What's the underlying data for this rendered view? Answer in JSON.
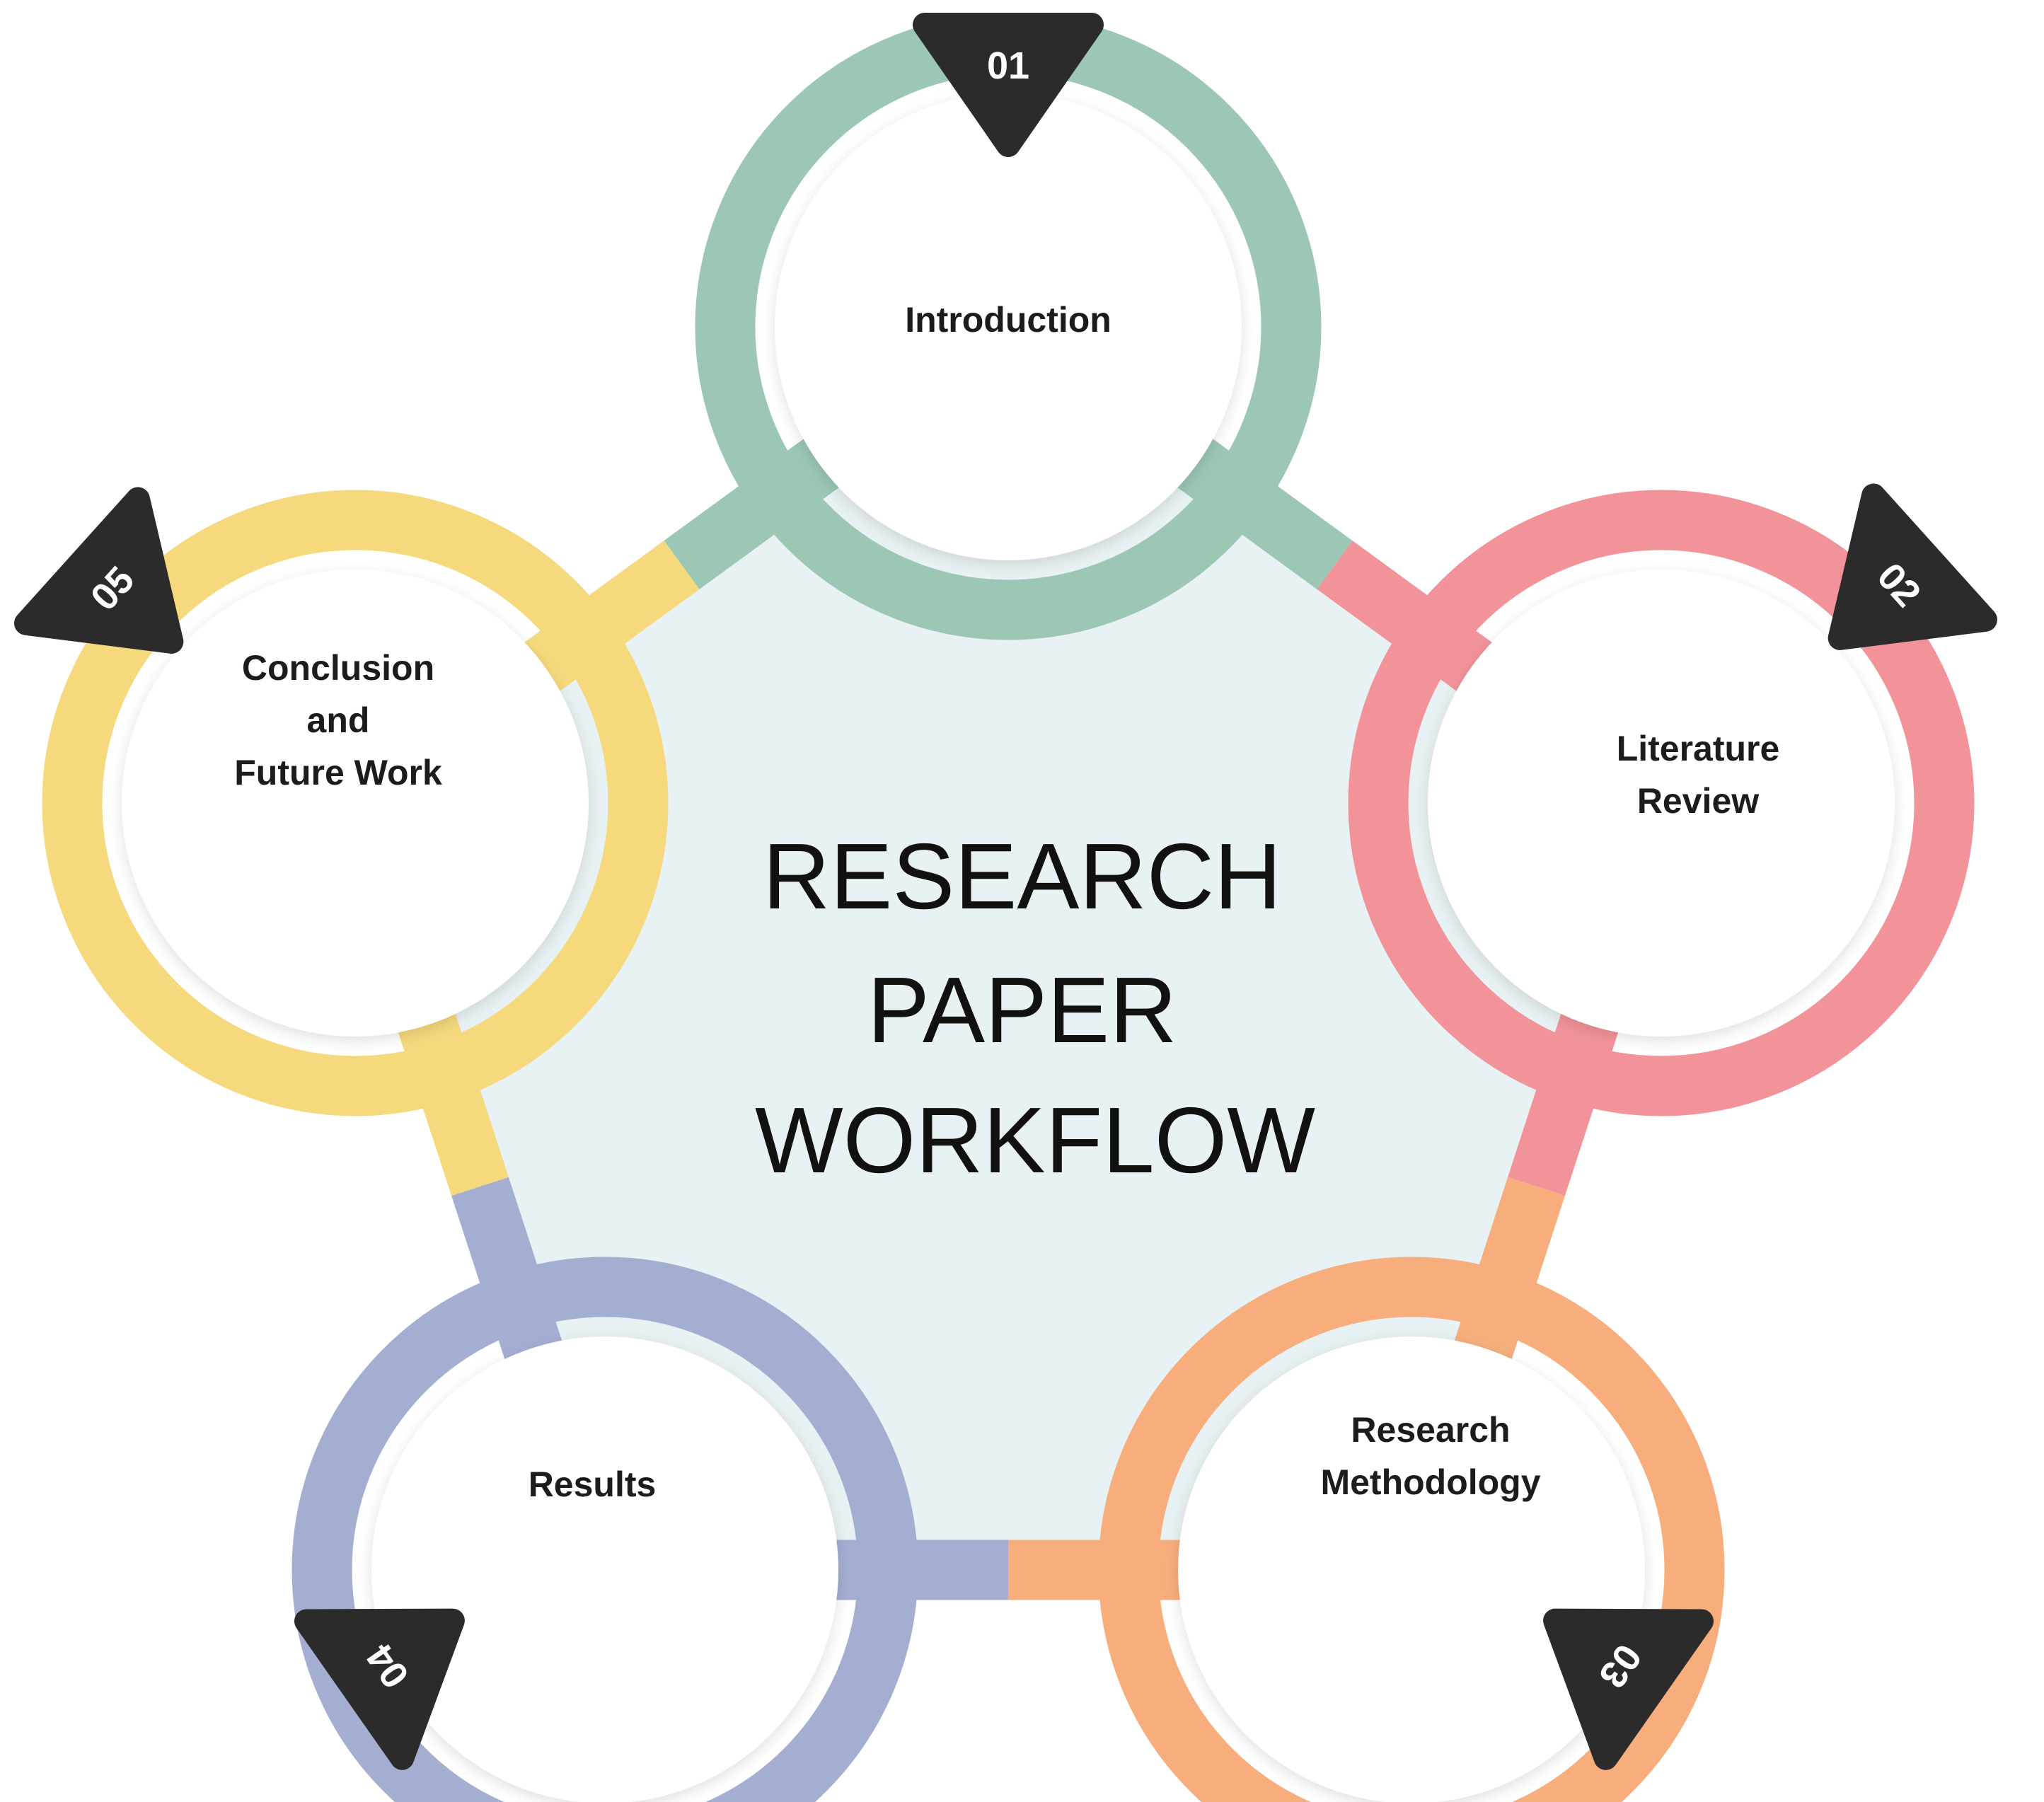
{
  "title_lines": [
    "RESEARCH",
    "PAPER",
    "WORKFLOW"
  ],
  "steps": [
    {
      "number": "01",
      "label_lines": [
        "Introduction"
      ],
      "color": "#9bc7b4"
    },
    {
      "number": "02",
      "label_lines": [
        "Literature",
        "Review"
      ],
      "color": "#f2939a"
    },
    {
      "number": "03",
      "label_lines": [
        "Research",
        "Methodology"
      ],
      "color": "#f7ae7c"
    },
    {
      "number": "04",
      "label_lines": [
        "Results"
      ],
      "color": "#a4aed1"
    },
    {
      "number": "05",
      "label_lines": [
        "Conclusion",
        "and",
        "Future Work"
      ],
      "color": "#f5d97c"
    }
  ],
  "colors": {
    "center_fill": "#e8f1f3",
    "circle_fill": "#ffffff",
    "badge_fill": "#2b2b2b",
    "text": "#1c1c1c"
  }
}
